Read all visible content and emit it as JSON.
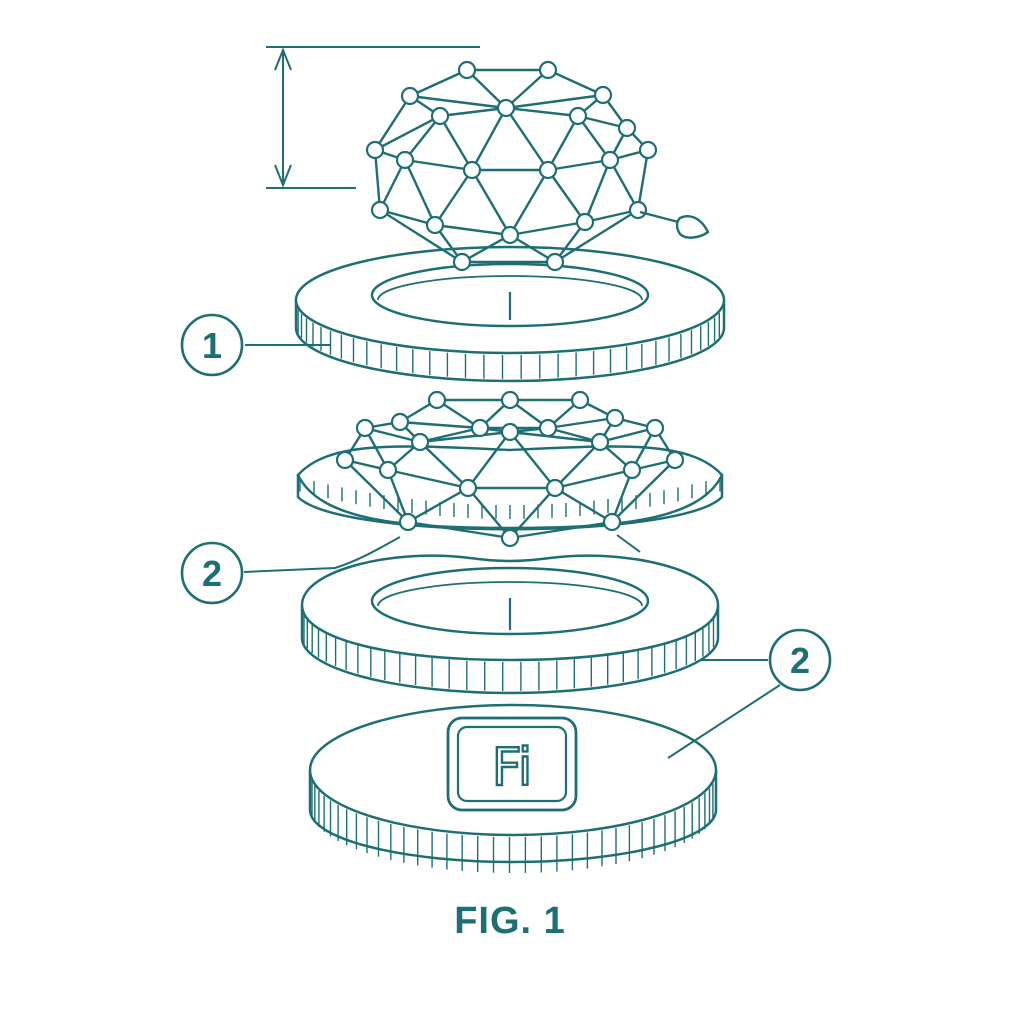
{
  "figure": {
    "caption": "FIG. 1",
    "line_color": "#1d6f73",
    "background": "#ffffff"
  },
  "callouts": [
    {
      "id": "top-ring",
      "text": "1"
    },
    {
      "id": "middle-assembly",
      "text": "2"
    },
    {
      "id": "base-disc",
      "text": "2"
    }
  ],
  "badge": {
    "text": "Fi"
  },
  "icons": [
    "geodesic-dome-icon",
    "flat-geodesic-dome-icon",
    "key-tip-icon",
    "dimension-arrow-icon"
  ]
}
